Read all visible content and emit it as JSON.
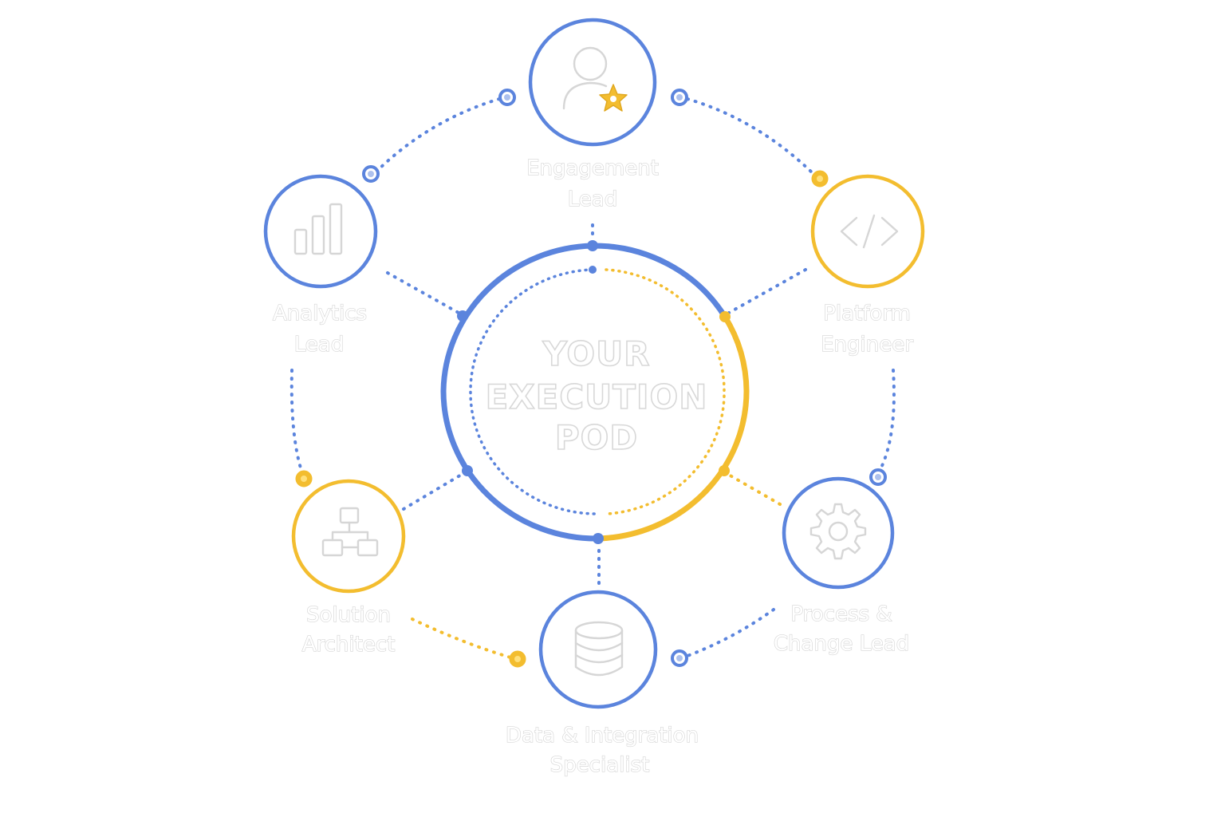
{
  "colors": {
    "blue": "#5b84dd",
    "yellow": "#f3bd2f",
    "outline_text": "#d6d6d6"
  },
  "center": {
    "title_lines": [
      "YOUR",
      "EXECUTION",
      "POD"
    ]
  },
  "roles": [
    {
      "id": "engagement",
      "label_lines": [
        "Engagement",
        "Lead"
      ],
      "icon": "user-star-icon",
      "ring_color": "blue"
    },
    {
      "id": "platform",
      "label_lines": [
        "Platform",
        "Engineer"
      ],
      "icon": "code-icon",
      "ring_color": "yellow"
    },
    {
      "id": "process",
      "label_lines": [
        "Process &",
        "Change Lead"
      ],
      "icon": "gear-icon",
      "ring_color": "blue"
    },
    {
      "id": "data",
      "label_lines": [
        "Data & Integration",
        "Specialist"
      ],
      "icon": "database-icon",
      "ring_color": "blue"
    },
    {
      "id": "solution",
      "label_lines": [
        "Solution",
        "Architect"
      ],
      "icon": "flowchart-icon",
      "ring_color": "yellow"
    },
    {
      "id": "analytics",
      "label_lines": [
        "Analytics",
        "Lead"
      ],
      "icon": "bar-chart-icon",
      "ring_color": "blue"
    }
  ]
}
